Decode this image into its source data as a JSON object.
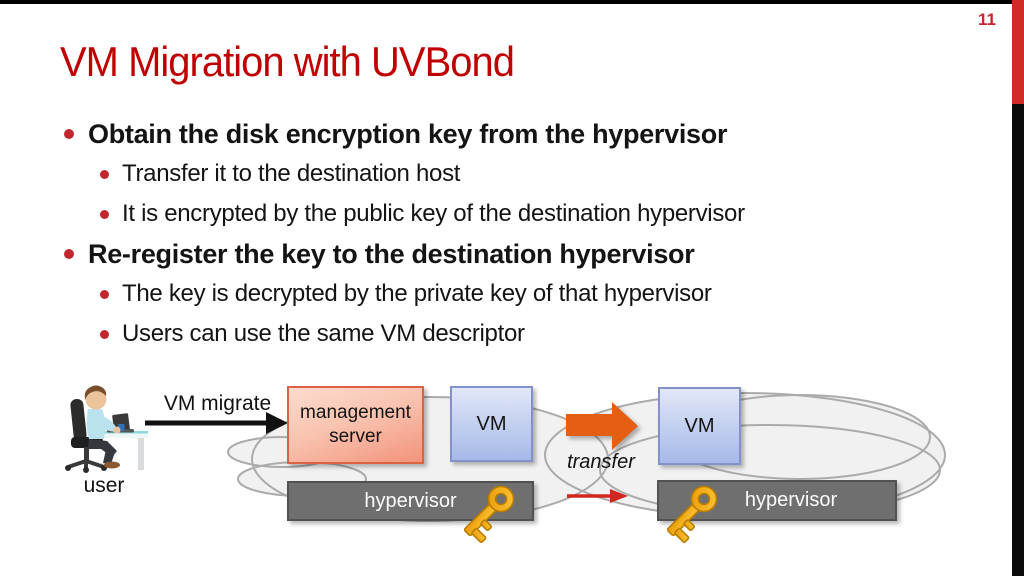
{
  "page": {
    "number": "11"
  },
  "title": {
    "text": "VM Migration with UVBond"
  },
  "bullets": [
    {
      "level": 1,
      "text": "Obtain the disk encryption key from the hypervisor"
    },
    {
      "level": 2,
      "text": "Transfer it to the destination host"
    },
    {
      "level": 2,
      "text": "It is encrypted by the public key of the destination hypervisor"
    },
    {
      "level": 1,
      "text": "Re-register the key to the destination hypervisor"
    },
    {
      "level": 2,
      "text": "The key is decrypted by the private key of that hypervisor"
    },
    {
      "level": 2,
      "text": "Users can use the same VM descriptor"
    }
  ],
  "diagram": {
    "user_label": "user",
    "vm_migrate_label": "VM migrate",
    "management_server_label": "management server",
    "vm_source_label": "VM",
    "vm_dest_label": "VM",
    "transfer_label": "transfer",
    "hypervisor_source_label": "hypervisor",
    "hypervisor_dest_label": "hypervisor",
    "icons": [
      "key-icon",
      "key-icon",
      "user-clipart",
      "cloud-shape",
      "cloud-shape"
    ]
  },
  "colors": {
    "title_red": "#c00000",
    "bullet_red": "#c2262e",
    "edge_bar_red": "#d02b26",
    "edge_bar_black": "#0a0a0a",
    "orange_arrow": "#e55e12",
    "transfer_arrow_red": "#d22620",
    "management_server_border": "#dd6243",
    "vm_box_border": "#8292c8",
    "hypervisor_gray": "#6f6f6f",
    "cloud_fill": "#f1f1f2",
    "cloud_stroke": "#ababab",
    "key_gold": "#f2a50c"
  }
}
